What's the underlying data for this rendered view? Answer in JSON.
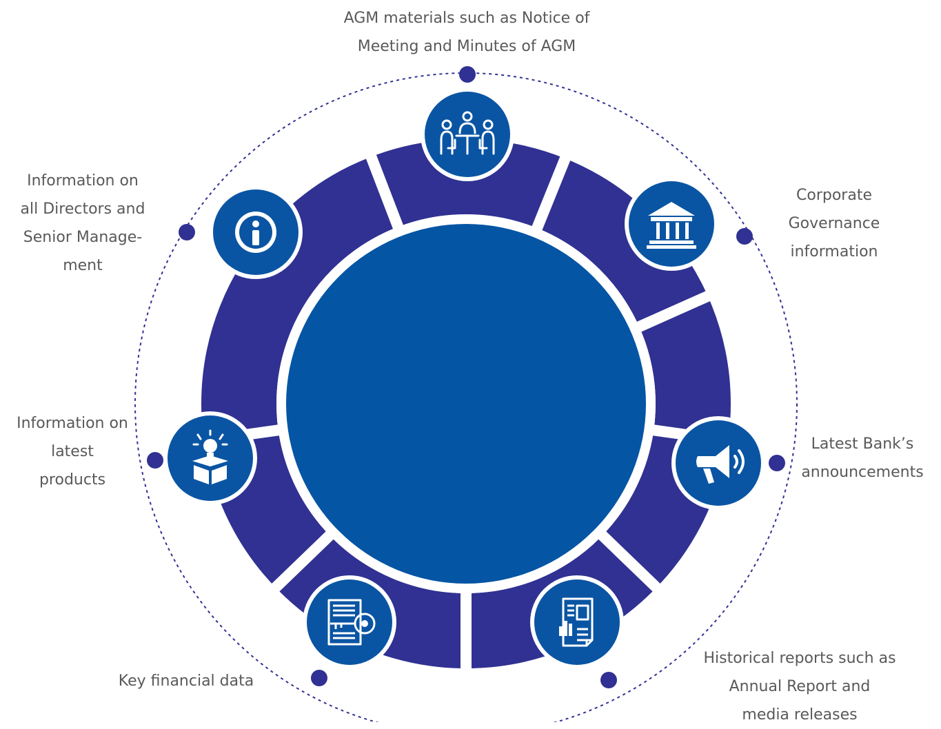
{
  "colors": {
    "ring": "#303192",
    "center": "#0455a4",
    "badge": "#0a55a3",
    "badge_border": "#ffffff",
    "dot": "#303192",
    "dashed_orbit": "#303192",
    "label_text": "#595959"
  },
  "items": [
    {
      "id": "agm",
      "icon": "meeting-icon",
      "label_lines": [
        "AGM materials such as Notice of",
        "Meeting and Minutes of AGM"
      ]
    },
    {
      "id": "governance",
      "icon": "bank-building-icon",
      "label_lines": [
        "Corporate",
        "Governance",
        "information"
      ]
    },
    {
      "id": "announcements",
      "icon": "megaphone-icon",
      "label_lines": [
        "Latest Bank’s",
        "announcements"
      ]
    },
    {
      "id": "reports",
      "icon": "report-document-icon",
      "label_lines": [
        "Historical reports such as",
        "Annual Report and",
        "media releases"
      ]
    },
    {
      "id": "financial",
      "icon": "financial-key-icon",
      "label_lines": [
        "Key financial data"
      ]
    },
    {
      "id": "products",
      "icon": "product-box-icon",
      "label_lines": [
        "Information on",
        "latest",
        "products"
      ]
    },
    {
      "id": "directors",
      "icon": "info-icon",
      "label_lines": [
        "Information on",
        "all Directors  and",
        "Senior Manage-",
        "ment"
      ]
    }
  ]
}
